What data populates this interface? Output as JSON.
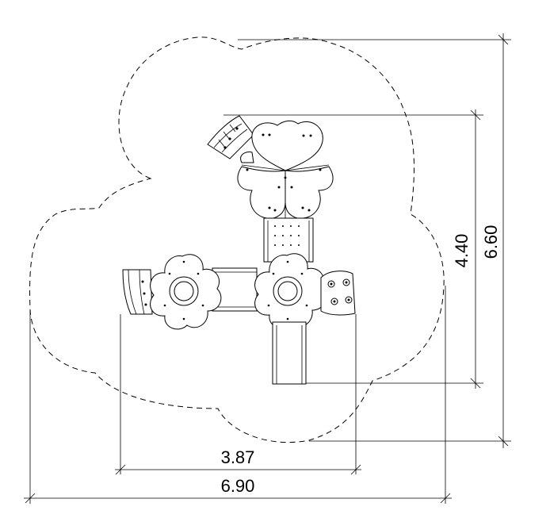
{
  "dimensions": {
    "equipment_width": "3.87",
    "total_width": "6.90",
    "equipment_depth": "4.40",
    "total_depth": "6.60"
  }
}
